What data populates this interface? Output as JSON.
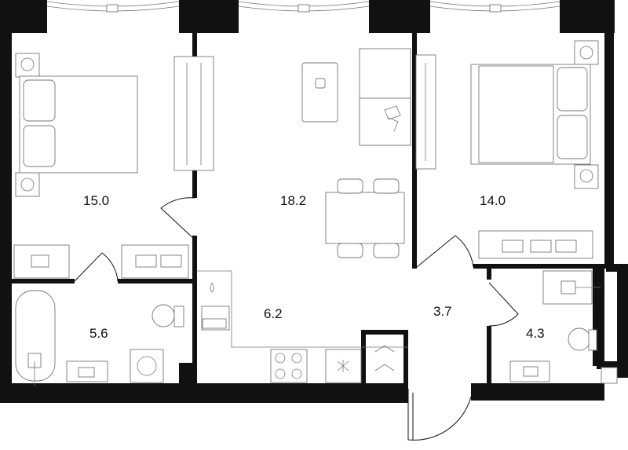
{
  "plan": {
    "rooms": [
      {
        "id": "bedroom-left",
        "area": "15.0"
      },
      {
        "id": "living-room",
        "area": "18.2"
      },
      {
        "id": "bedroom-right",
        "area": "14.0"
      },
      {
        "id": "bathroom-left",
        "area": "5.6"
      },
      {
        "id": "kitchen",
        "area": "6.2"
      },
      {
        "id": "hallway",
        "area": "3.7"
      },
      {
        "id": "bathroom-right",
        "area": "4.3"
      }
    ]
  }
}
